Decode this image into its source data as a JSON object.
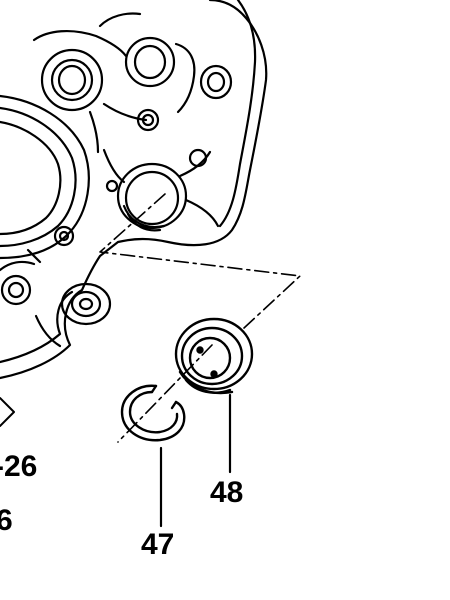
{
  "diagram": {
    "callouts": [
      {
        "id": "48",
        "text": "48"
      },
      {
        "id": "47",
        "text": "47"
      },
      {
        "id": "26",
        "text": "-26"
      },
      {
        "id": "6",
        "text": "6"
      }
    ],
    "line_color": "#000000",
    "background": "#ffffff"
  }
}
